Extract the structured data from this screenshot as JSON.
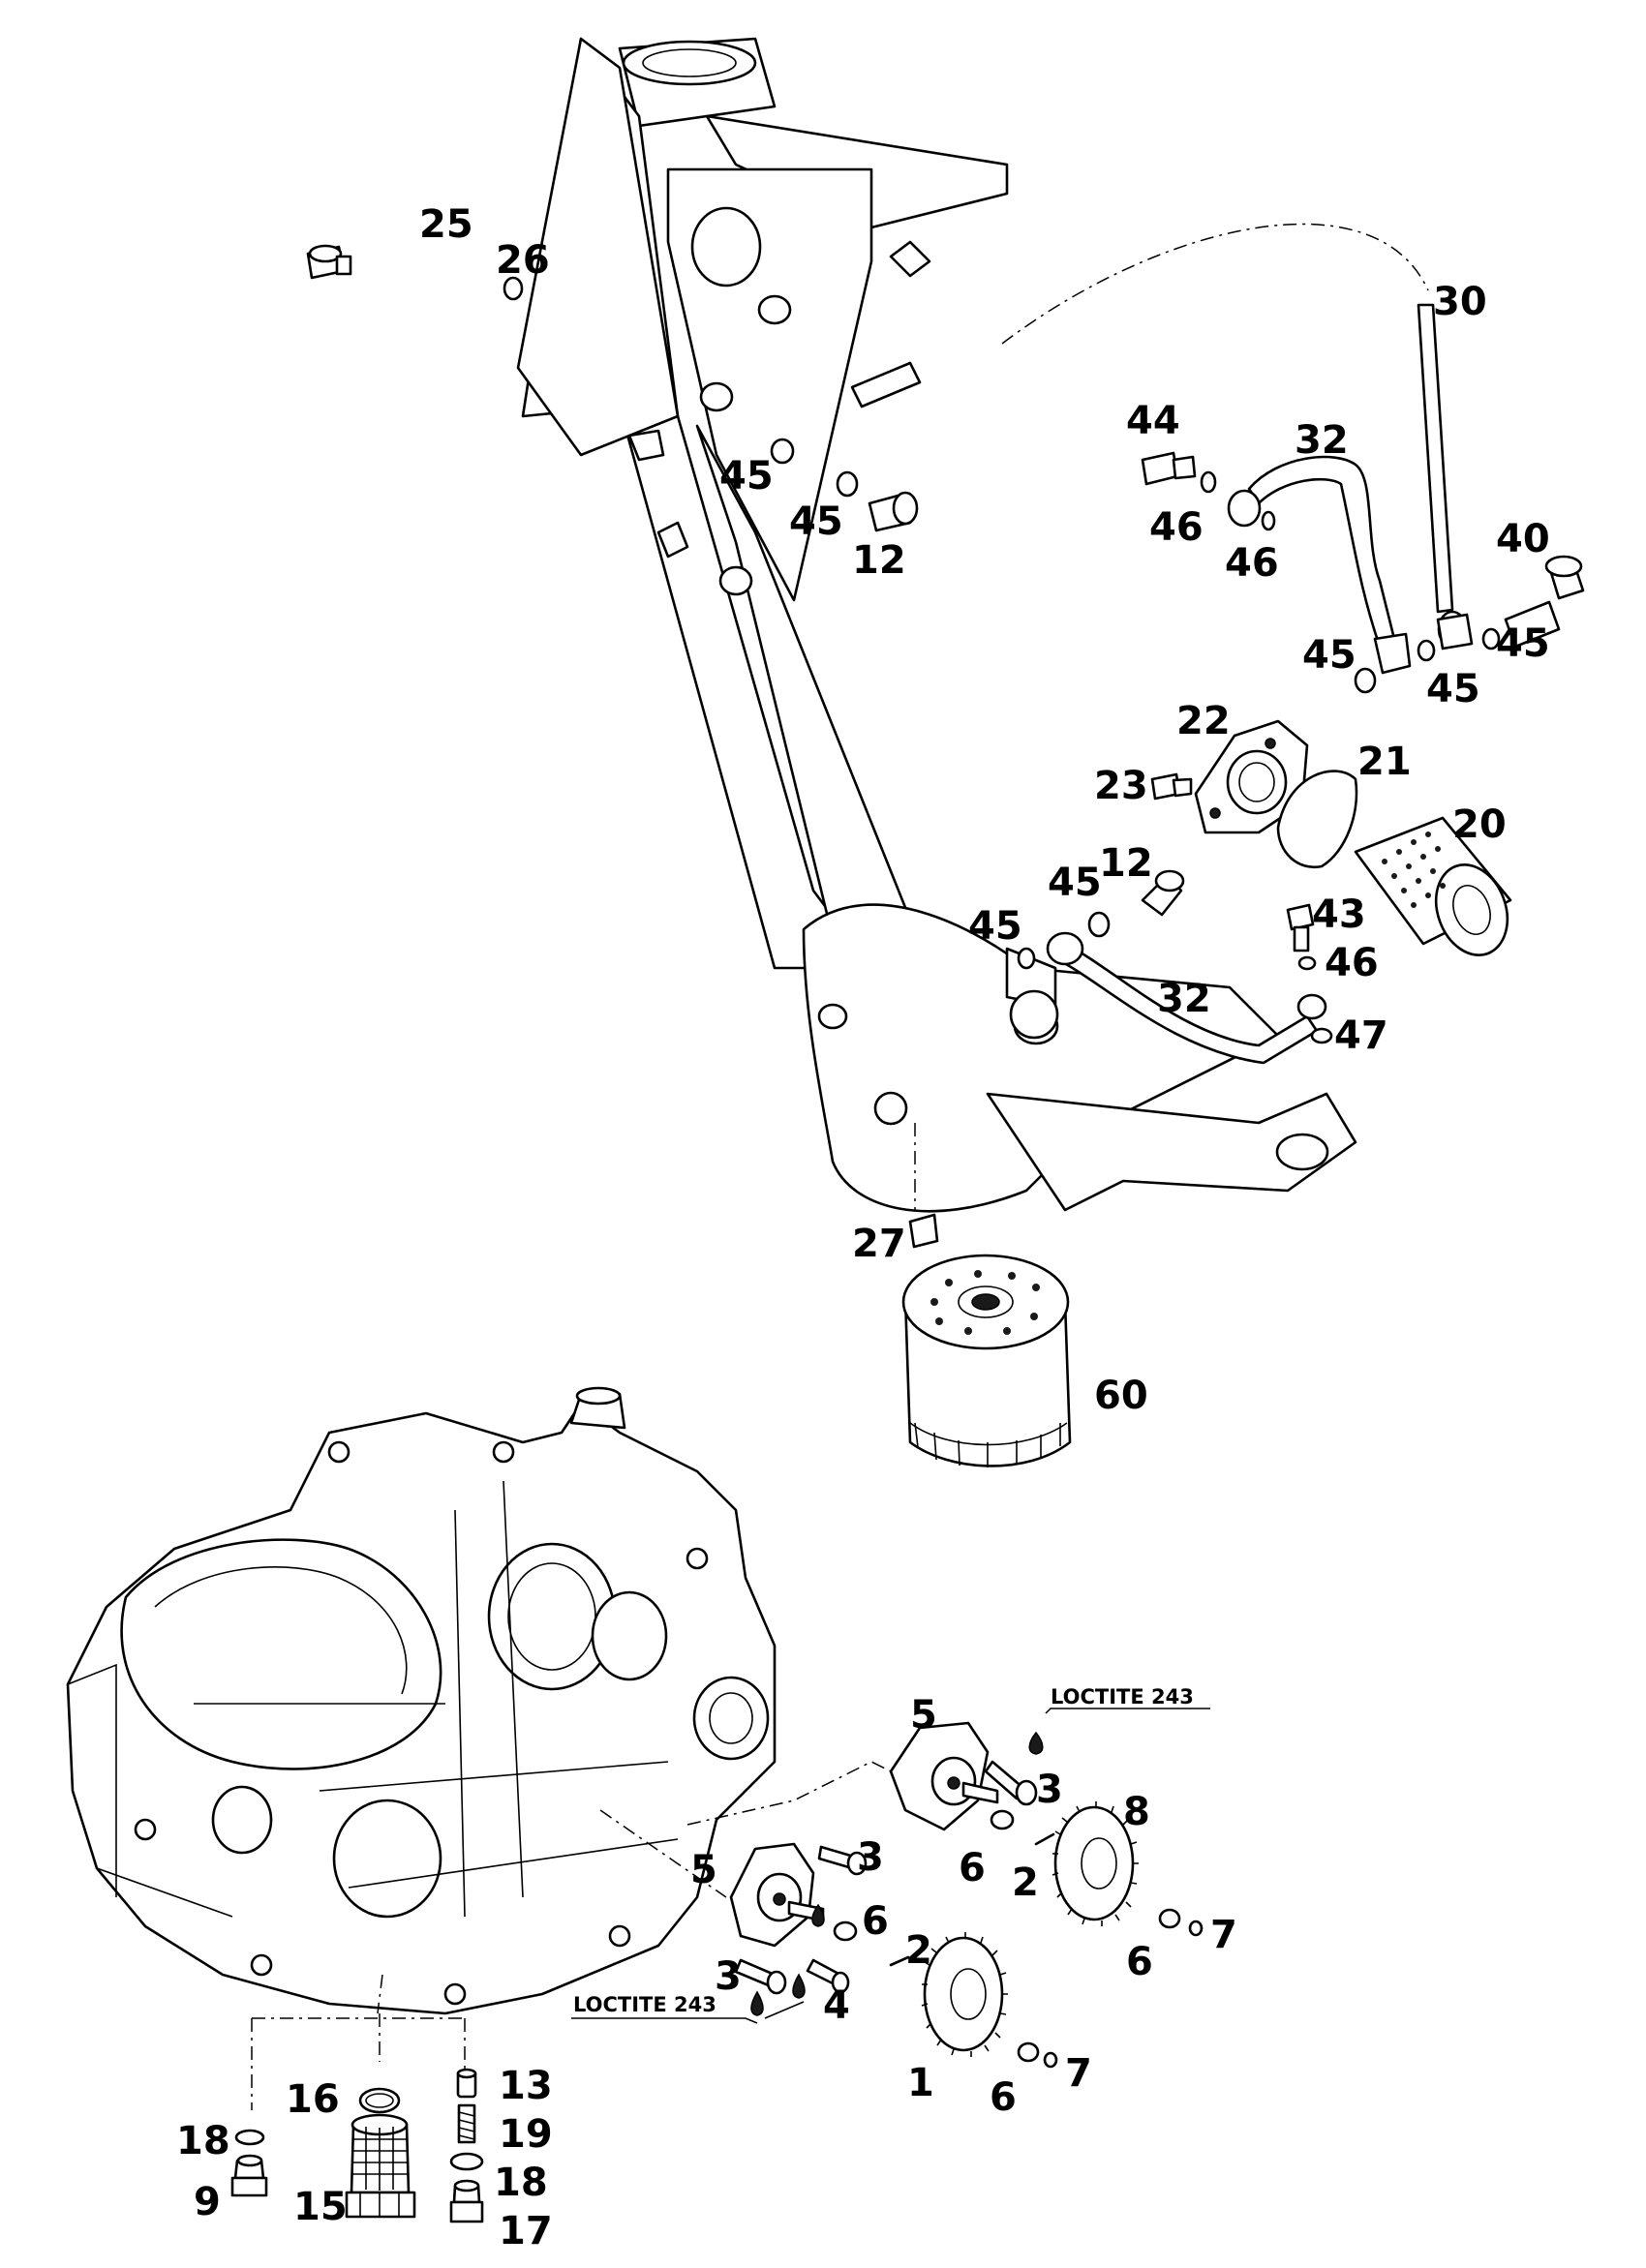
{
  "callouts": [
    {
      "id": "c25",
      "label": "25"
    },
    {
      "id": "c26",
      "label": "26"
    },
    {
      "id": "c30",
      "label": "30"
    },
    {
      "id": "c44",
      "label": "44"
    },
    {
      "id": "c32a",
      "label": "32"
    },
    {
      "id": "c46a",
      "label": "46"
    },
    {
      "id": "c46b",
      "label": "46"
    },
    {
      "id": "c40",
      "label": "40"
    },
    {
      "id": "c45a",
      "label": "45"
    },
    {
      "id": "c45b",
      "label": "45"
    },
    {
      "id": "c45c",
      "label": "45"
    },
    {
      "id": "c45d",
      "label": "45"
    },
    {
      "id": "c45e",
      "label": "45"
    },
    {
      "id": "c12a",
      "label": "12"
    },
    {
      "id": "c22",
      "label": "22"
    },
    {
      "id": "c21",
      "label": "21"
    },
    {
      "id": "c23",
      "label": "23"
    },
    {
      "id": "c20",
      "label": "20"
    },
    {
      "id": "c45f",
      "label": "45"
    },
    {
      "id": "c12b",
      "label": "12"
    },
    {
      "id": "c45g",
      "label": "45"
    },
    {
      "id": "c43",
      "label": "43"
    },
    {
      "id": "c46c",
      "label": "46"
    },
    {
      "id": "c32b",
      "label": "32"
    },
    {
      "id": "c47",
      "label": "47"
    },
    {
      "id": "c27",
      "label": "27"
    },
    {
      "id": "c60",
      "label": "60"
    },
    {
      "id": "c5a",
      "label": "5"
    },
    {
      "id": "c3a",
      "label": "3"
    },
    {
      "id": "c8",
      "label": "8"
    },
    {
      "id": "c6a",
      "label": "6"
    },
    {
      "id": "c2a",
      "label": "2"
    },
    {
      "id": "c6b",
      "label": "6"
    },
    {
      "id": "c7a",
      "label": "7"
    },
    {
      "id": "c5b",
      "label": "5"
    },
    {
      "id": "c3b",
      "label": "3"
    },
    {
      "id": "c6c",
      "label": "6"
    },
    {
      "id": "c2b",
      "label": "2"
    },
    {
      "id": "c3c",
      "label": "3"
    },
    {
      "id": "c4",
      "label": "4"
    },
    {
      "id": "c1",
      "label": "1"
    },
    {
      "id": "c6d",
      "label": "6"
    },
    {
      "id": "c7b",
      "label": "7"
    },
    {
      "id": "c13",
      "label": "13"
    },
    {
      "id": "c16",
      "label": "16"
    },
    {
      "id": "c19",
      "label": "19"
    },
    {
      "id": "c18a",
      "label": "18"
    },
    {
      "id": "c18b",
      "label": "18"
    },
    {
      "id": "c9",
      "label": "9"
    },
    {
      "id": "c15",
      "label": "15"
    },
    {
      "id": "c17",
      "label": "17"
    }
  ],
  "notes": {
    "loctite_top": "LOCTITE 243",
    "loctite_bottom": "LOCTITE 243"
  }
}
